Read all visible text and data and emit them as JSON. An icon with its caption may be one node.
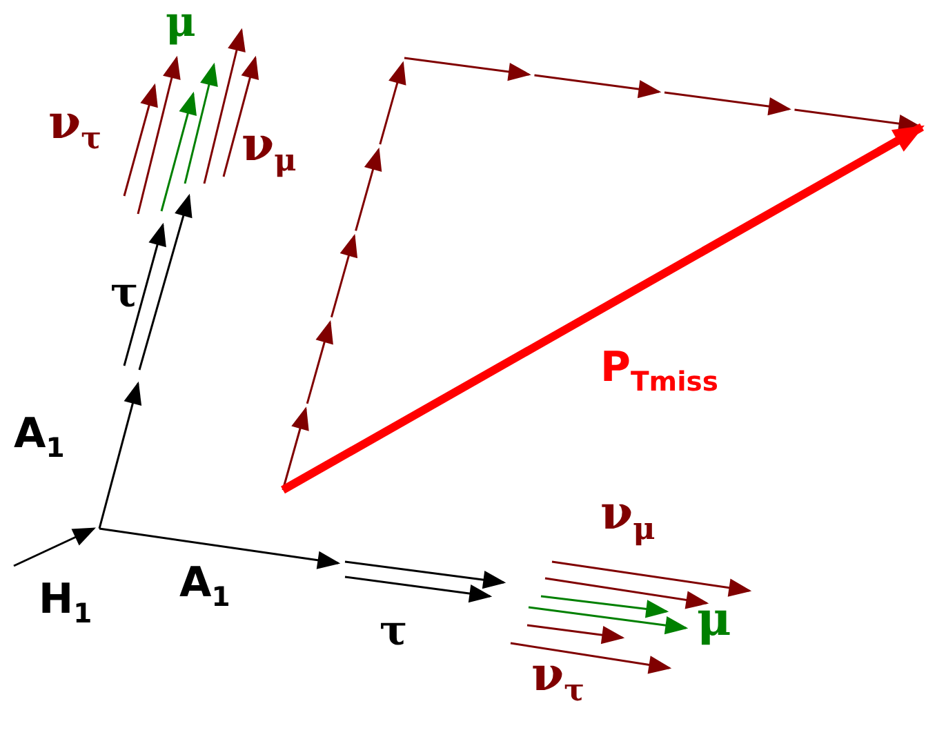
{
  "diagram": {
    "labels": [
      "μ",
      "ν$_{τ}$",
      "ν$_{μ}$",
      "τ",
      "P$_{Tmiss}$",
      "A$_{1}$",
      "H$_{1}$",
      "A$_{1}$",
      "ν$_{μ}$",
      "τ",
      "μ",
      "ν$_{τ}$"
    ]
  }
}
